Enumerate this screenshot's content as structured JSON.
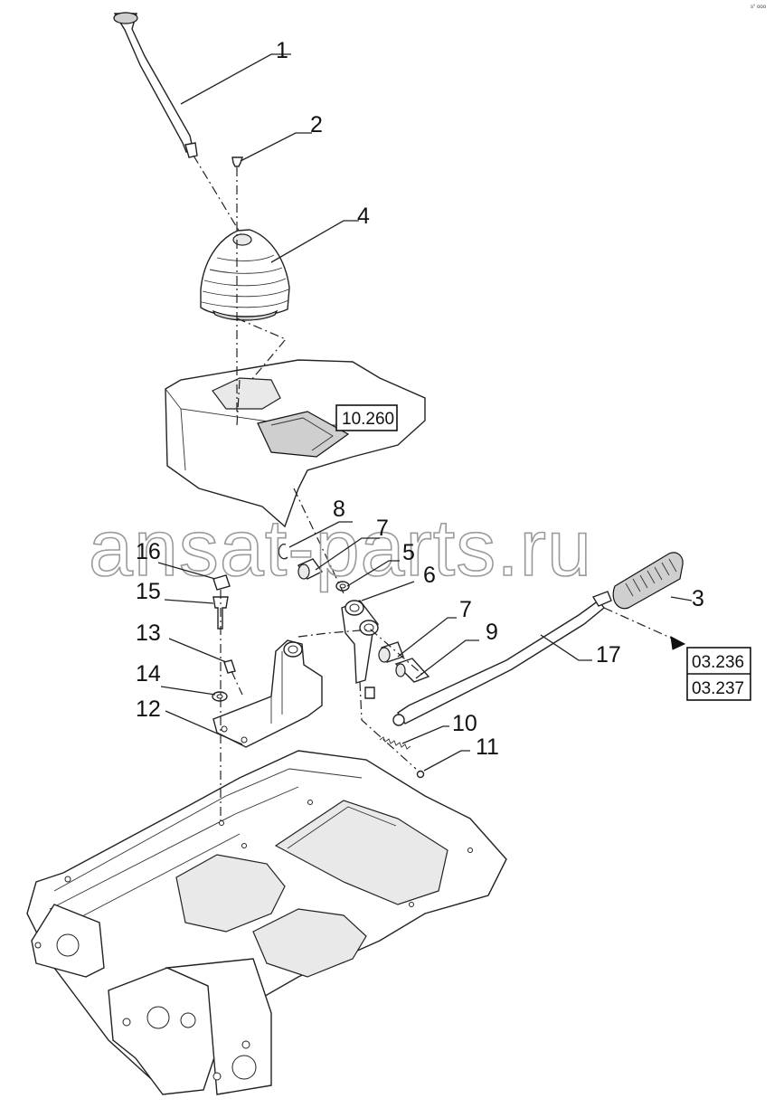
{
  "diagram": {
    "corner_mark": "s° ooo",
    "watermark": "ansat-parts.ru",
    "callouts": [
      {
        "id": "c1",
        "label": "1"
      },
      {
        "id": "c2",
        "label": "2"
      },
      {
        "id": "c4",
        "label": "4"
      },
      {
        "id": "c8",
        "label": "8"
      },
      {
        "id": "c7a",
        "label": "7"
      },
      {
        "id": "c5",
        "label": "5"
      },
      {
        "id": "c6",
        "label": "6"
      },
      {
        "id": "c16",
        "label": "16"
      },
      {
        "id": "c15",
        "label": "15"
      },
      {
        "id": "c3",
        "label": "3"
      },
      {
        "id": "c7b",
        "label": "7"
      },
      {
        "id": "c9",
        "label": "9"
      },
      {
        "id": "c17",
        "label": "17"
      },
      {
        "id": "c13",
        "label": "13"
      },
      {
        "id": "c14",
        "label": "14"
      },
      {
        "id": "c12",
        "label": "12"
      },
      {
        "id": "c10",
        "label": "10"
      },
      {
        "id": "c11",
        "label": "11"
      }
    ],
    "references": {
      "cab": "10.260",
      "top": "03.236",
      "bottom": "03.237"
    }
  }
}
